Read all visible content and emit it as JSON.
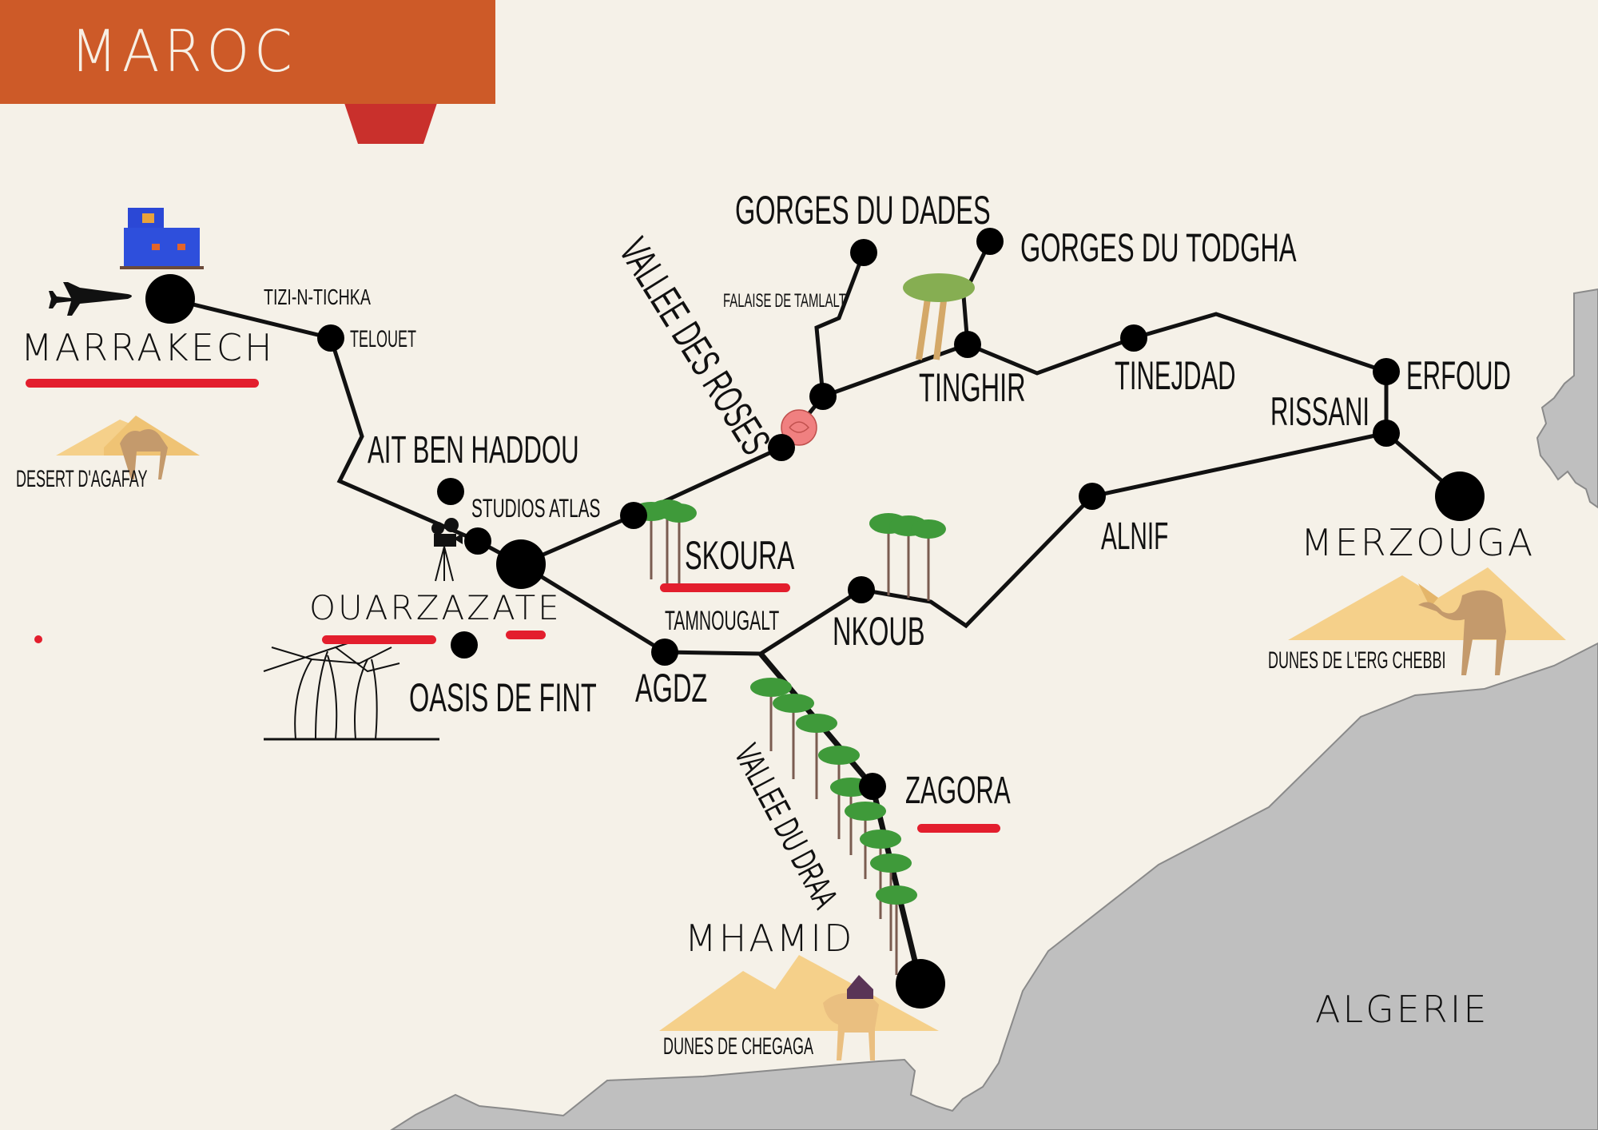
{
  "header": {
    "title": "MAROC",
    "banner_color": "#cd5a28"
  },
  "colors": {
    "background": "#f5f1e8",
    "foreign_land": "#bfbfbf",
    "route": "#111111",
    "underline": "#e31e2d",
    "dune": "#f5d08a",
    "palm_leaf": "#3f9a3a"
  },
  "countries": {
    "neighbor": "ALGERIE"
  },
  "cities": {
    "marrakech": "MARRAKECH",
    "ouarzazate": "OUARZAZATE",
    "merzouga": "MERZOUGA",
    "mhamid": "MHAMID"
  },
  "places": {
    "tizi": "TIZI-N-TICHKA",
    "telouet": "TELOUET",
    "ait_ben_haddou": "AIT BEN HADDOU",
    "studios_atlas": "STUDIOS ATLAS",
    "oasis_fint": "OASIS DE FINT",
    "skoura": "SKOURA",
    "tamnougalt": "TAMNOUGALT",
    "agdz": "AGDZ",
    "nkoub": "NKOUB",
    "alnif": "ALNIF",
    "zagora": "ZAGORA",
    "vallee_roses": "VALLEE DES ROSES",
    "falaise": "FALAISE DE TAMLALT",
    "gorges_dades": "GORGES DU DADES",
    "gorges_todgha": "GORGES DU TODGHA",
    "tinghir": "TINGHIR",
    "tinejdad": "TINEJDAD",
    "erfoud": "ERFOUD",
    "rissani": "RISSANI",
    "vallee_draa": "VALLEE DU DRAA"
  },
  "attractions": {
    "agafay": "DESERT D'AGAFAY",
    "erg_chebbi": "DUNES DE L'ERG CHEBBI",
    "chegaga": "DUNES DE CHEGAGA"
  },
  "icons": [
    "tajine-icon",
    "blue-house-icon",
    "airplane-icon",
    "camel-dune-icon",
    "movie-camera-icon",
    "palm-tree-icon",
    "rose-icon",
    "oasis-palms-icon"
  ]
}
